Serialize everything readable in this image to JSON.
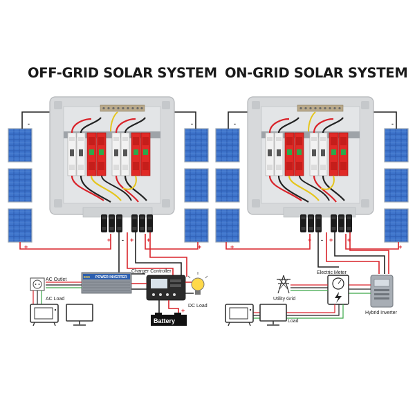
{
  "titles": {
    "off_grid": "OFF-GRID SOLAR SYSTEM",
    "on_grid": "ON-GRID SOLAR SYSTEM"
  },
  "polarity": {
    "plus": "+",
    "minus": "-"
  },
  "off_grid": {
    "ac_outlet": "AC Outlet",
    "ac_load": "AC Load",
    "inverter_label": "POWER INVERTER",
    "inverter_badge": "ESS",
    "charger_controller": "Charger Controller",
    "battery": "Battery",
    "dc_load": "DC Load"
  },
  "on_grid": {
    "electric_meter": "Electric Meter",
    "utility_grid": "Utility Grid",
    "load": "Load",
    "hybrid_inverter": "Hybrid Inverter"
  },
  "colors": {
    "positive_wire": "#d9232a",
    "negative_wire": "#222222",
    "spd_red": "#e02a27",
    "panel_blue": "#2e5fb4",
    "ground_green": "#3aa648",
    "ground_yellow": "#e5c51d"
  },
  "icons": {
    "solar_panel": "solar-panel-icon",
    "combiner_box": "combiner-box-icon",
    "bulb": "light-bulb-icon",
    "tv": "tv-icon",
    "monitor": "monitor-icon",
    "tower": "power-tower-icon",
    "meter": "electric-meter-icon",
    "outlet": "ac-outlet-icon"
  }
}
